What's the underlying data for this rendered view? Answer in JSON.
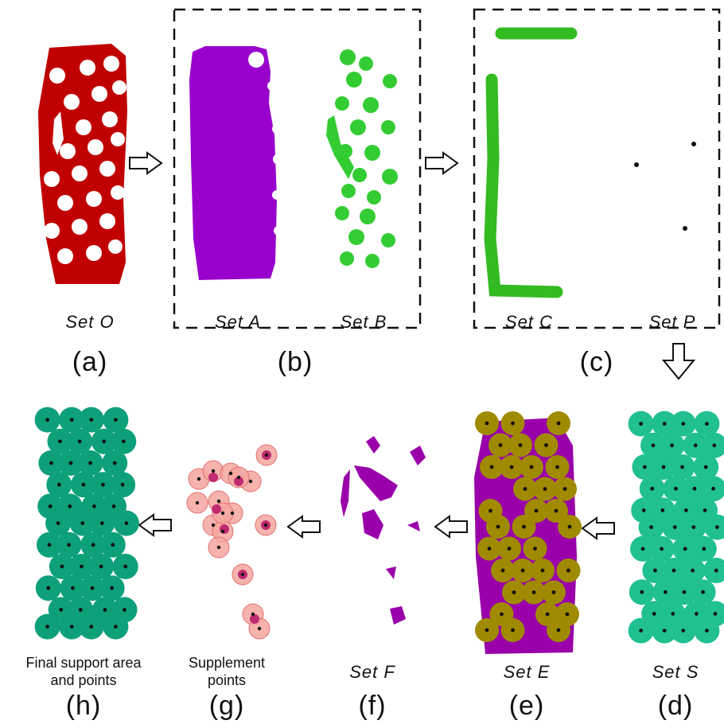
{
  "panels": {
    "a": {
      "letter": "(a)",
      "set_label": "Set O"
    },
    "b": {
      "letter": "(b)",
      "set_label_1": "Set A",
      "set_label_2": "Set B"
    },
    "c": {
      "letter": "(c)",
      "set_label_1": "Set C",
      "set_label_2": "Set P"
    },
    "d": {
      "letter": "(d)",
      "set_label": "Set S"
    },
    "e": {
      "letter": "(e)",
      "set_label": "Set E"
    },
    "f": {
      "letter": "(f)",
      "set_label": "Set F"
    },
    "g": {
      "letter": "(g)",
      "caption_line1": "Supplement",
      "caption_line2": "points"
    },
    "h": {
      "letter": "(h)",
      "caption_line1": "Final support area",
      "caption_line2": "and points"
    }
  },
  "colors": {
    "set_o": "#c00000",
    "set_a": "#9900cc",
    "set_b": "#33cc33",
    "set_c": "#33bb22",
    "set_s": "#20c090",
    "set_e_circle": "#a08a00",
    "set_f": "#9900aa",
    "supplement": "#f4a6a0",
    "final": "#0ea07a"
  }
}
